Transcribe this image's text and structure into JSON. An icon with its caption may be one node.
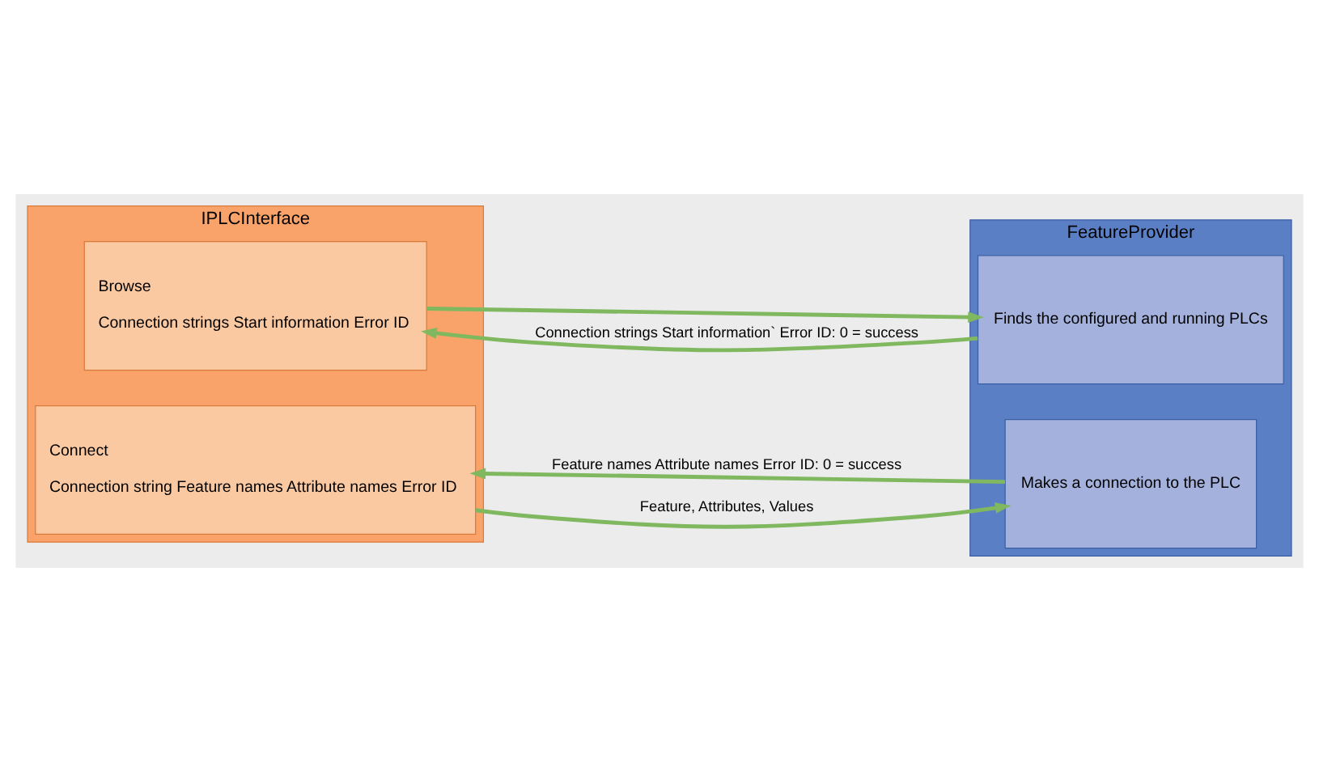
{
  "diagram": {
    "nodes": [
      {
        "text": [
          "IPLCInterface"
        ]
      },
      {
        "text": [
          "Browse",
          "Connection strings Start information Error ID"
        ],
        "in": 0
      },
      {
        "text": [
          "Connect",
          "Connection string Feature names Attribute names Error ID"
        ],
        "in": 0
      },
      {
        "text": [
          "FeatureProvider"
        ]
      },
      {
        "text": [
          "Finds the configured and running PLCs"
        ],
        "in": 3
      },
      {
        "text": [
          "Makes a connection to the PLC"
        ],
        "in": 3
      }
    ],
    "edges": [
      {
        "from": 1,
        "to": 4,
        "arrow": "to"
      },
      {
        "from": 4,
        "to": 1,
        "arrow": "to",
        "label": "Connection strings Start information` Error ID: 0 = success"
      },
      {
        "from": 2,
        "to": 5,
        "arrow": "to",
        "label": "Feature, Attributes, Values"
      },
      {
        "from": 5,
        "to": 2,
        "arrow": "to",
        "label": "Feature names Attribute names Error ID: 0 = success"
      }
    ]
  }
}
